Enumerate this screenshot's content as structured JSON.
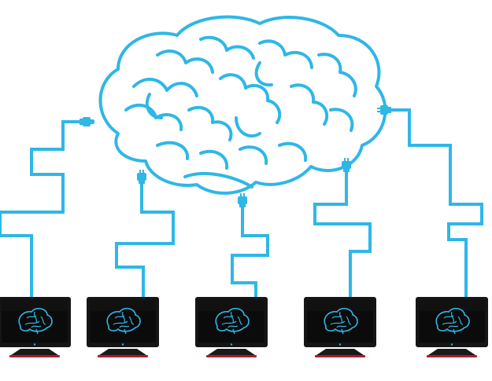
{
  "illustration": {
    "subject": "brain-network",
    "colors": {
      "brain_outline": "#2fb7e6",
      "wire": "#2fb7e6",
      "screen": "#0b0b0b",
      "screen_brain": "#2fb7e6",
      "monitor_bezel": "#151515",
      "stand_red": "#b3192a",
      "background": "#ffffff"
    },
    "monitor_count": 5,
    "connector_count": 5
  }
}
